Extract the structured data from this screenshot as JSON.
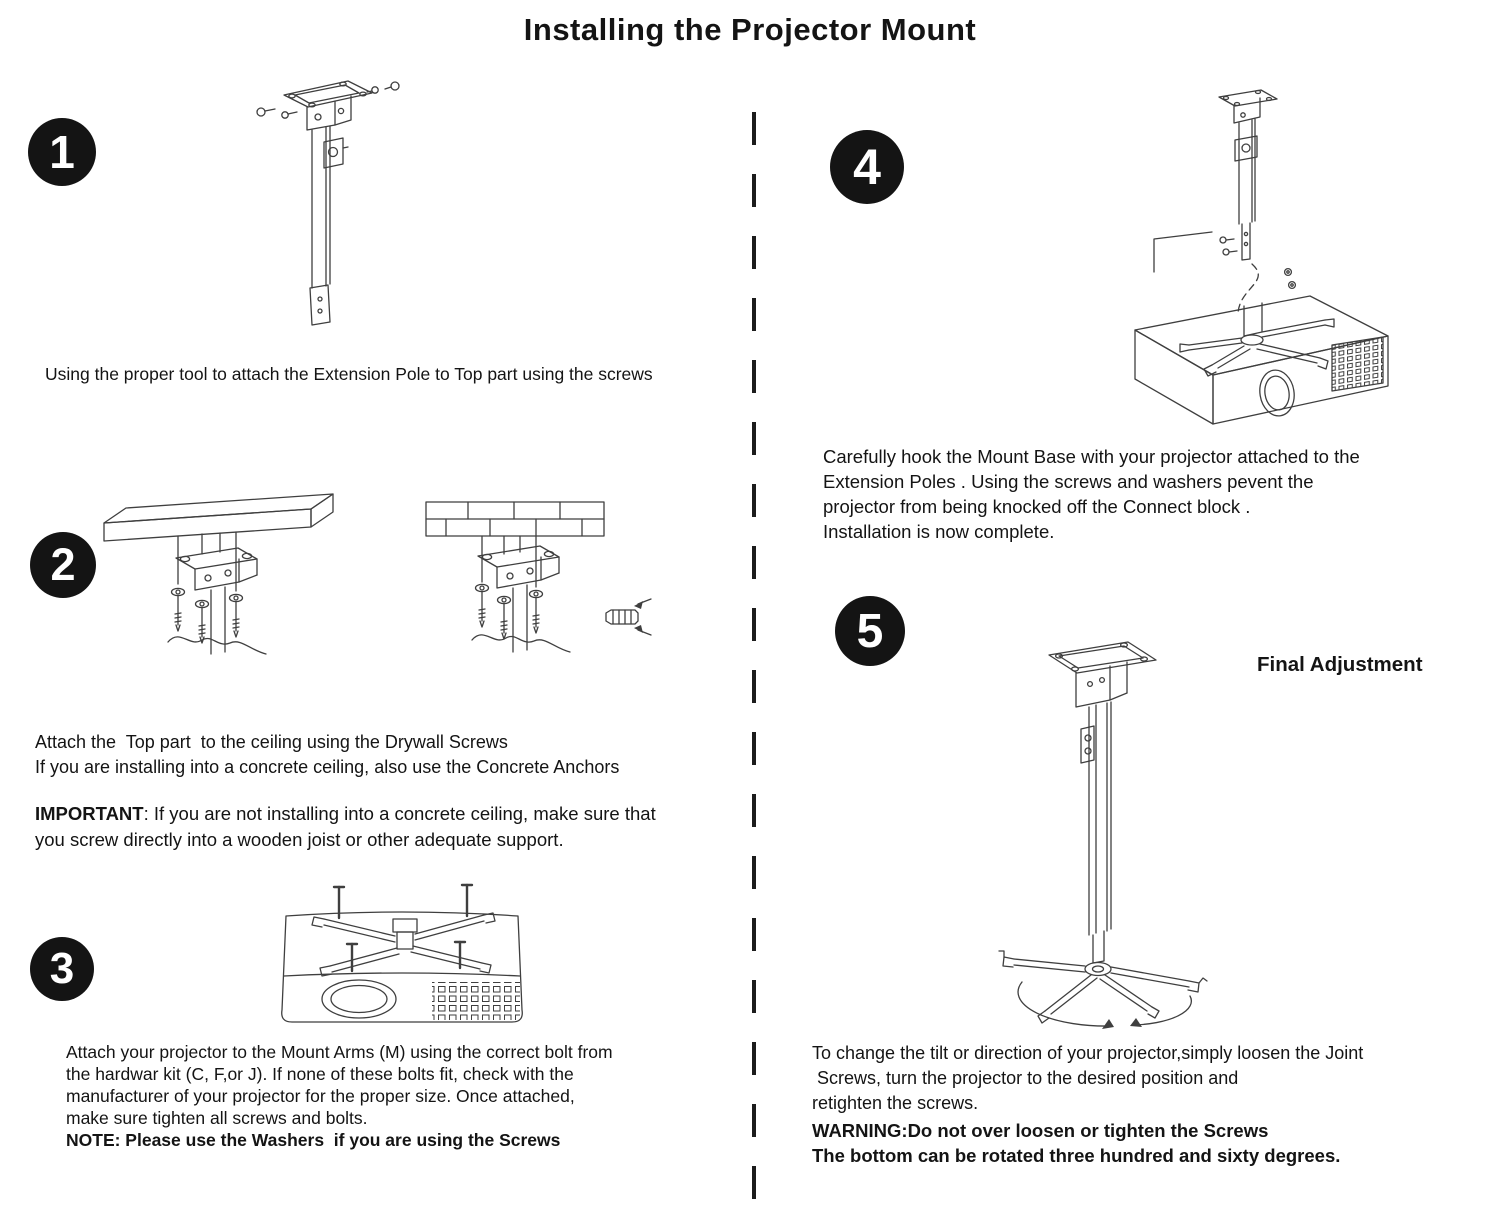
{
  "title": "Installing the Projector Mount",
  "colors": {
    "text": "#141414",
    "line_art": "#3f3f3f",
    "badge_background": "#141414",
    "badge_number": "#ffffff"
  },
  "icons": {
    "step1_diagram": "extension-pole-with-ceiling-plate",
    "step2_diagram_left": "top-part-on-wooden-ceiling-with-screws",
    "step2_diagram_right": "top-part-on-concrete-ceiling-with-anchor",
    "step3_diagram": "projector-with-mount-arms-and-bolts",
    "step4_diagram": "projector-hooked-to-extension-pole",
    "step5_diagram": "assembled-mount-with-rotation-arrows"
  },
  "steps": [
    {
      "number": "1",
      "lines": [
        "Using the proper tool to attach the Extension Pole to Top part using the screws"
      ]
    },
    {
      "number": "2",
      "lines": [
        "Attach the  Top part  to the ceiling using the Drywall Screws",
        "If you are installing into a concrete ceiling, also use the Concrete Anchors"
      ],
      "important_label": "IMPORTANT",
      "important_lines": [
        ": If you are not installing into a concrete ceiling, make sure that",
        "you screw directly into a wooden joist or other adequate support."
      ]
    },
    {
      "number": "3",
      "lines": [
        "Attach your projector to the Mount Arms (M) using the correct bolt from",
        "the hardwar kit (C, F,or J). If none of these bolts fit, check with the",
        "manufacturer of your projector for the proper size. Once attached,",
        "make sure tighten all screws and bolts."
      ],
      "note": "NOTE: Please use the Washers  if you are using the Screws"
    },
    {
      "number": "4",
      "lines": [
        "Carefully hook the Mount Base with your projector attached to the",
        "Extension Poles . Using the screws and washers pevent the",
        "projector from being knocked off the Connect block .",
        "Installation is now complete."
      ]
    },
    {
      "number": "5",
      "heading": "Final Adjustment",
      "lines": [
        "To change the tilt or direction of your projector,simply loosen the Joint",
        " Screws, turn the projector to the desired position and",
        "retighten the screws."
      ],
      "warning_lines": [
        "WARNING:Do not over loosen or tighten the Screws",
        "The bottom can be rotated three hundred and sixty degrees."
      ]
    }
  ]
}
